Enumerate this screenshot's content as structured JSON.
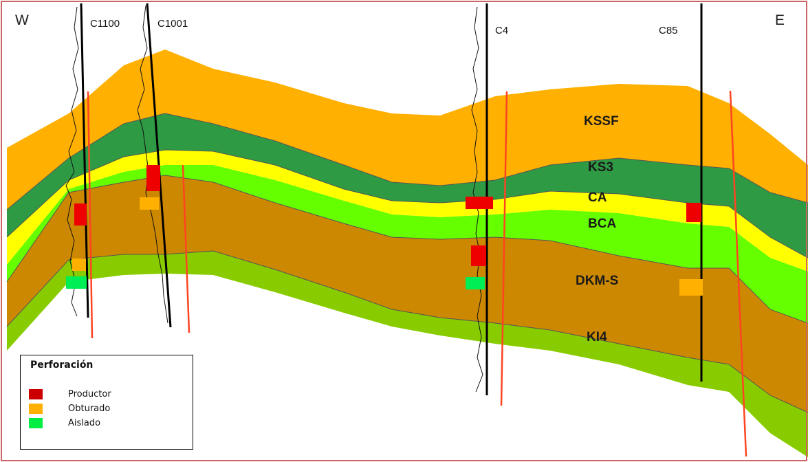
{
  "directions": {
    "west": "W",
    "east": "E"
  },
  "wells": [
    {
      "name": "C1100"
    },
    {
      "name": "C1001"
    },
    {
      "name": "C4"
    },
    {
      "name": "C85"
    }
  ],
  "layers": [
    {
      "name": "KSSF",
      "color": "#FFB000"
    },
    {
      "name": "KS3",
      "color": "#2E9A44"
    },
    {
      "name": "CA",
      "color": "#FFFF00"
    },
    {
      "name": "BCA",
      "color": "#66FF00"
    },
    {
      "name": "DKM-S",
      "color": "#CC8800"
    },
    {
      "name": "KI4",
      "color": "#88CC00"
    }
  ],
  "legend": {
    "title": "Perforación",
    "items": [
      {
        "label": "Productor",
        "color": "#CC0000"
      },
      {
        "label": "Obturado",
        "color": "#FFB000"
      },
      {
        "label": "Aislado",
        "color": "#00EE44"
      }
    ]
  },
  "colors": {
    "fault": "#FF4422",
    "frame": "#CC6666",
    "perf_red": "#EE0000",
    "perf_orange": "#FFB000",
    "perf_green": "#00EE55"
  }
}
